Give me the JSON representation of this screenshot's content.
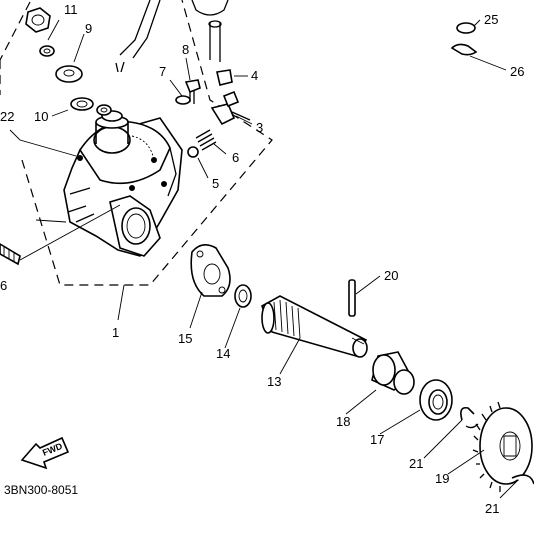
{
  "drawing_code": "3BN300-8051",
  "fwd_badge": "FWD",
  "callouts": [
    {
      "id": "p1",
      "label": "1"
    },
    {
      "id": "p3",
      "label": "3"
    },
    {
      "id": "p4",
      "label": "4"
    },
    {
      "id": "p5",
      "label": "5"
    },
    {
      "id": "p6",
      "label": "6"
    },
    {
      "id": "p7",
      "label": "7"
    },
    {
      "id": "p8",
      "label": "8"
    },
    {
      "id": "p9",
      "label": "9"
    },
    {
      "id": "p10",
      "label": "10"
    },
    {
      "id": "p11",
      "label": "11"
    },
    {
      "id": "p13",
      "label": "13"
    },
    {
      "id": "p14",
      "label": "14"
    },
    {
      "id": "p15",
      "label": "15"
    },
    {
      "id": "p17",
      "label": "17"
    },
    {
      "id": "p18",
      "label": "18"
    },
    {
      "id": "p19",
      "label": "19"
    },
    {
      "id": "p20",
      "label": "20"
    },
    {
      "id": "p21a",
      "label": "21"
    },
    {
      "id": "p21b",
      "label": "21"
    },
    {
      "id": "p22",
      "label": "22"
    },
    {
      "id": "p25",
      "label": "25"
    },
    {
      "id": "p26",
      "label": "26"
    },
    {
      "id": "p6edge",
      "label": "6"
    }
  ]
}
